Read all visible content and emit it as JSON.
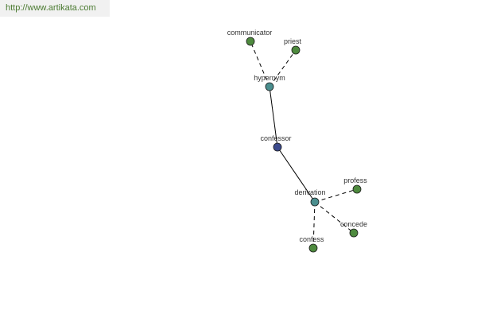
{
  "source_url": "http://www.artikata.com",
  "colors": {
    "leaf": "#4e8a3e",
    "relation": "#4a8e8e",
    "root": "#3c4a8c",
    "edge": "#000000"
  },
  "nodes": [
    {
      "id": "confessor",
      "label": "confessor",
      "kind": "root"
    },
    {
      "id": "hypernym",
      "label": "hypernym",
      "kind": "relation"
    },
    {
      "id": "derivation",
      "label": "derivation",
      "kind": "relation"
    },
    {
      "id": "communicator",
      "label": "communicator",
      "kind": "leaf"
    },
    {
      "id": "priest",
      "label": "priest",
      "kind": "leaf"
    },
    {
      "id": "profess",
      "label": "profess",
      "kind": "leaf"
    },
    {
      "id": "concede",
      "label": "concede",
      "kind": "leaf"
    },
    {
      "id": "confess",
      "label": "confess",
      "kind": "leaf"
    }
  ],
  "edges": [
    {
      "from": "confessor",
      "to": "hypernym",
      "style": "solid"
    },
    {
      "from": "confessor",
      "to": "derivation",
      "style": "solid"
    },
    {
      "from": "hypernym",
      "to": "communicator",
      "style": "dashed"
    },
    {
      "from": "hypernym",
      "to": "priest",
      "style": "dashed"
    },
    {
      "from": "derivation",
      "to": "profess",
      "style": "dashed"
    },
    {
      "from": "derivation",
      "to": "concede",
      "style": "dashed"
    },
    {
      "from": "derivation",
      "to": "confess",
      "style": "dashed"
    }
  ]
}
